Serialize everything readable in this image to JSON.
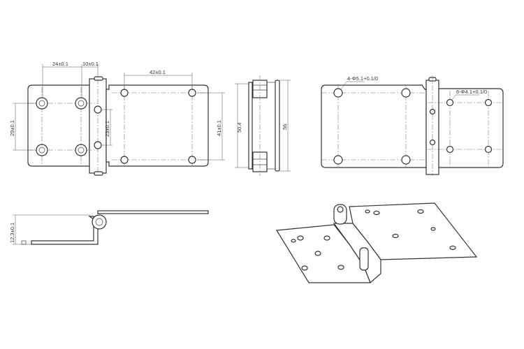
{
  "drawing": {
    "front_view": {
      "dim_hole_spacing_h": "24±0.1",
      "dim_knuckle_offset": "10±0.1",
      "dim_right_hole_spacing": "42±0.1",
      "dim_left_hole_spacing_v": "29±0.1",
      "dim_pin_hole_spacing": "23±0.1",
      "dim_right_hole_spacing_v": "41±0.1"
    },
    "side_view": {
      "dim_inner_height": "50.4",
      "dim_overall_height": "56"
    },
    "rear_view": {
      "callout_large_holes": "4-Φ5.1+0.1/0",
      "callout_small_holes": "6-Φ4.1+0.1/0"
    },
    "edge_view": {
      "dim_offset": "12.3±0.1"
    }
  }
}
